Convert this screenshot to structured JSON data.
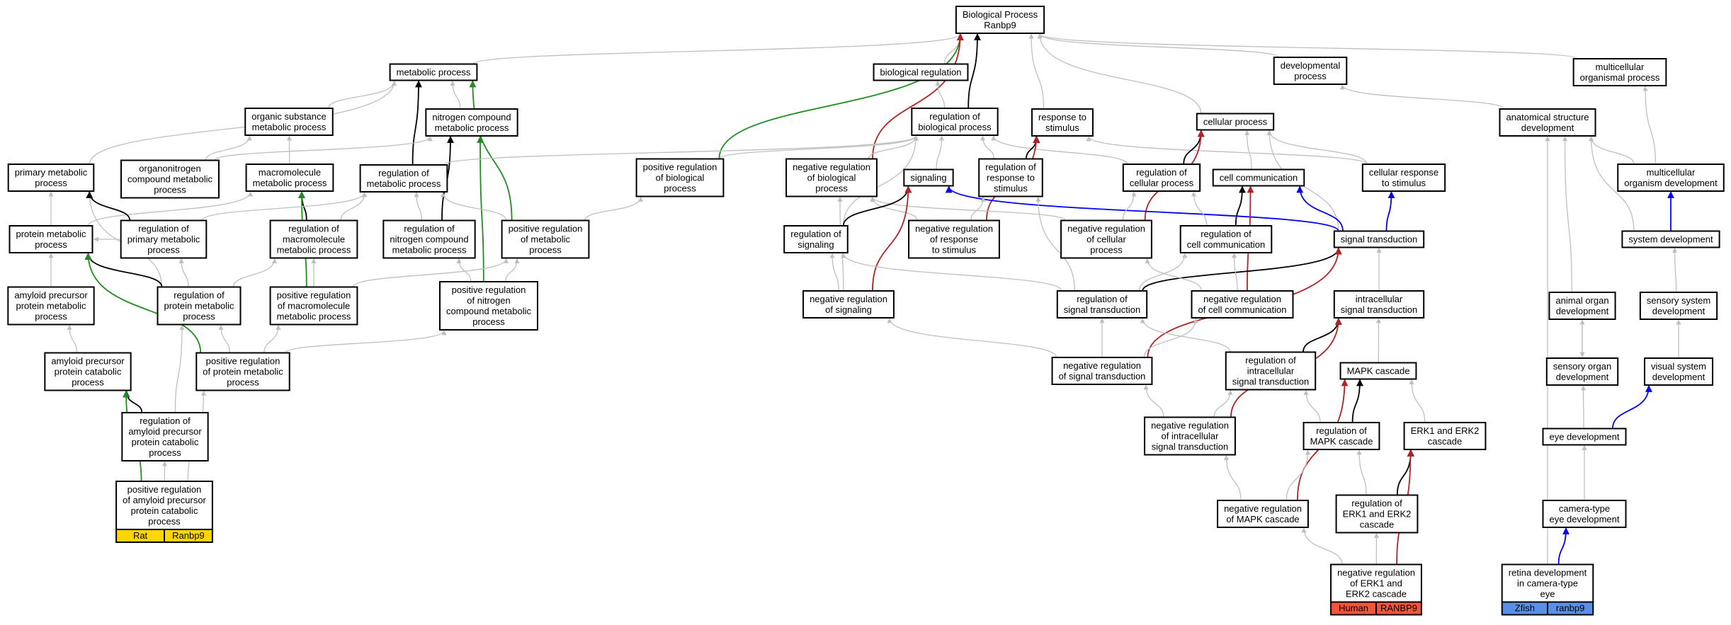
{
  "colors": {
    "is_a": "#bfbfbf",
    "regulates": "#000000",
    "positively_regulates": "#228b22",
    "negatively_regulates": "#b22222",
    "part_of": "#0000ff",
    "rat": "#ffd700",
    "human": "#f4543c",
    "zfish": "#5b8ee6"
  },
  "nodes": [
    {
      "id": "bp",
      "lines": [
        "Biological Process",
        "Ranbp9"
      ]
    },
    {
      "id": "biol_reg",
      "lines": [
        "biological regulation"
      ]
    },
    {
      "id": "dev",
      "lines": [
        "developmental",
        "process"
      ]
    },
    {
      "id": "multi_org",
      "lines": [
        "multicellular",
        "organismal process"
      ]
    },
    {
      "id": "metab",
      "lines": [
        "metabolic process"
      ]
    },
    {
      "id": "org_sub",
      "lines": [
        "organic substance",
        "metabolic process"
      ]
    },
    {
      "id": "nitro",
      "lines": [
        "nitrogen compound",
        "metabolic process"
      ]
    },
    {
      "id": "reg_bp",
      "lines": [
        "regulation of",
        "biological process"
      ]
    },
    {
      "id": "resp",
      "lines": [
        "response to",
        "stimulus"
      ]
    },
    {
      "id": "cell_proc",
      "lines": [
        "cellular process"
      ]
    },
    {
      "id": "anat",
      "lines": [
        "anatomical structure",
        "development"
      ]
    },
    {
      "id": "prim",
      "lines": [
        "primary metabolic",
        "process"
      ]
    },
    {
      "id": "orgN",
      "lines": [
        "organonitrogen",
        "compound metabolic",
        "process"
      ]
    },
    {
      "id": "macro",
      "lines": [
        "macromolecule",
        "metabolic process"
      ]
    },
    {
      "id": "reg_met",
      "lines": [
        "regulation of",
        "metabolic process"
      ]
    },
    {
      "id": "pos_reg_bp",
      "lines": [
        "positive regulation",
        "of biological",
        "process"
      ]
    },
    {
      "id": "neg_reg_bp",
      "lines": [
        "negative regulation",
        "of biological",
        "process"
      ]
    },
    {
      "id": "signaling",
      "lines": [
        "signaling"
      ]
    },
    {
      "id": "reg_resp",
      "lines": [
        "regulation of",
        "response to",
        "stimulus"
      ]
    },
    {
      "id": "reg_cell_proc",
      "lines": [
        "regulation of",
        "cellular process"
      ]
    },
    {
      "id": "cell_comm",
      "lines": [
        "cell communication"
      ]
    },
    {
      "id": "cell_resp",
      "lines": [
        "cellular response",
        "to stimulus"
      ]
    },
    {
      "id": "multi_dev",
      "lines": [
        "multicellular",
        "organism development"
      ]
    },
    {
      "id": "prot_met",
      "lines": [
        "protein metabolic",
        "process"
      ]
    },
    {
      "id": "reg_prim",
      "lines": [
        "regulation of",
        "primary metabolic",
        "process"
      ]
    },
    {
      "id": "reg_macro",
      "lines": [
        "regulation of",
        "macromolecule",
        "metabolic process"
      ]
    },
    {
      "id": "reg_nitro",
      "lines": [
        "regulation of",
        "nitrogen compound",
        "metabolic process"
      ]
    },
    {
      "id": "pos_reg_met",
      "lines": [
        "positive regulation",
        "of metabolic",
        "process"
      ]
    },
    {
      "id": "reg_sig",
      "lines": [
        "regulation of",
        "signaling"
      ]
    },
    {
      "id": "neg_reg_resp",
      "lines": [
        "negative regulation",
        "of response",
        "to stimulus"
      ]
    },
    {
      "id": "neg_reg_cell",
      "lines": [
        "negative regulation",
        "of cellular",
        "process"
      ]
    },
    {
      "id": "reg_cell_comm",
      "lines": [
        "regulation of",
        "cell communication"
      ]
    },
    {
      "id": "sig_trans",
      "lines": [
        "signal transduction"
      ]
    },
    {
      "id": "sys_dev",
      "lines": [
        "system development"
      ]
    },
    {
      "id": "amyloid",
      "lines": [
        "amyloid precursor",
        "protein metabolic",
        "process"
      ]
    },
    {
      "id": "reg_prot",
      "lines": [
        "regulation of",
        "protein metabolic",
        "process"
      ]
    },
    {
      "id": "pos_reg_macro",
      "lines": [
        "positive regulation",
        "of macromolecule",
        "metabolic process"
      ]
    },
    {
      "id": "pos_reg_nitro",
      "lines": [
        "positive regulation",
        "of nitrogen",
        "compound metabolic",
        "process"
      ]
    },
    {
      "id": "neg_reg_sig",
      "lines": [
        "negative regulation",
        "of signaling"
      ]
    },
    {
      "id": "reg_sig_trans",
      "lines": [
        "regulation of",
        "signal transduction"
      ]
    },
    {
      "id": "neg_reg_cell_comm",
      "lines": [
        "negative regulation",
        "of cell communication"
      ]
    },
    {
      "id": "intra",
      "lines": [
        "intracellular",
        "signal transduction"
      ]
    },
    {
      "id": "animal",
      "lines": [
        "animal organ",
        "development"
      ]
    },
    {
      "id": "sens_sys",
      "lines": [
        "sensory system",
        "development"
      ]
    },
    {
      "id": "amy_cat",
      "lines": [
        "amyloid precursor",
        "protein catabolic",
        "process"
      ]
    },
    {
      "id": "pos_reg_prot",
      "lines": [
        "positive regulation",
        "of protein metabolic",
        "process"
      ]
    },
    {
      "id": "neg_reg_sig_trans",
      "lines": [
        "negative regulation",
        "of signal transduction"
      ]
    },
    {
      "id": "reg_intra",
      "lines": [
        "regulation of",
        "intracellular",
        "signal transduction"
      ]
    },
    {
      "id": "mapk",
      "lines": [
        "MAPK cascade"
      ]
    },
    {
      "id": "sens_org",
      "lines": [
        "sensory organ",
        "development"
      ]
    },
    {
      "id": "vis_sys",
      "lines": [
        "visual system",
        "development"
      ]
    },
    {
      "id": "reg_amy_cat",
      "lines": [
        "regulation of",
        "amyloid precursor",
        "protein catabolic",
        "process"
      ]
    },
    {
      "id": "neg_reg_intra",
      "lines": [
        "negative regulation",
        "of intracellular",
        "signal transduction"
      ]
    },
    {
      "id": "reg_mapk",
      "lines": [
        "regulation of",
        "MAPK cascade"
      ]
    },
    {
      "id": "erk",
      "lines": [
        "ERK1 and ERK2",
        "cascade"
      ]
    },
    {
      "id": "eye",
      "lines": [
        "eye development"
      ]
    },
    {
      "id": "pos_reg_amy",
      "lines": [
        "positive regulation",
        "of amyloid precursor",
        "protein catabolic",
        "process"
      ],
      "species": "Rat",
      "gene": "Ranbp9",
      "color_key": "rat"
    },
    {
      "id": "neg_reg_mapk",
      "lines": [
        "negative regulation",
        "of MAPK cascade"
      ]
    },
    {
      "id": "reg_erk",
      "lines": [
        "regulation of",
        "ERK1 and ERK2",
        "cascade"
      ]
    },
    {
      "id": "cam_eye",
      "lines": [
        "camera-type",
        "eye development"
      ]
    },
    {
      "id": "neg_reg_erk",
      "lines": [
        "negative regulation",
        "of ERK1 and",
        "ERK2 cascade"
      ],
      "species": "Human",
      "gene": "RANBP9",
      "color_key": "human"
    },
    {
      "id": "retina",
      "lines": [
        "retina development",
        "in camera-type",
        "eye"
      ],
      "species": "Zfish",
      "gene": "ranbp9",
      "color_key": "zfish"
    }
  ],
  "edges": [
    [
      "biol_reg",
      "bp",
      "is_a"
    ],
    [
      "dev",
      "bp",
      "is_a"
    ],
    [
      "multi_org",
      "bp",
      "is_a"
    ],
    [
      "metab",
      "bp",
      "is_a"
    ],
    [
      "reg_bp",
      "bp",
      "regulates"
    ],
    [
      "resp",
      "bp",
      "is_a"
    ],
    [
      "cell_proc",
      "bp",
      "is_a"
    ],
    [
      "pos_reg_bp",
      "bp",
      "positively_regulates"
    ],
    [
      "neg_reg_bp",
      "bp",
      "negatively_regulates"
    ],
    [
      "org_sub",
      "metab",
      "is_a"
    ],
    [
      "nitro",
      "metab",
      "is_a"
    ],
    [
      "prim",
      "metab",
      "is_a"
    ],
    [
      "reg_met",
      "metab",
      "regulates"
    ],
    [
      "pos_reg_met",
      "metab",
      "positively_regulates"
    ],
    [
      "orgN",
      "org_sub",
      "is_a"
    ],
    [
      "macro",
      "org_sub",
      "is_a"
    ],
    [
      "orgN",
      "nitro",
      "is_a"
    ],
    [
      "reg_nitro",
      "nitro",
      "regulates"
    ],
    [
      "pos_reg_nitro",
      "nitro",
      "positively_regulates"
    ],
    [
      "reg_bp",
      "biol_reg",
      "is_a"
    ],
    [
      "reg_met",
      "reg_bp",
      "is_a"
    ],
    [
      "pos_reg_bp",
      "reg_bp",
      "is_a"
    ],
    [
      "neg_reg_bp",
      "reg_bp",
      "is_a"
    ],
    [
      "reg_resp",
      "reg_bp",
      "is_a"
    ],
    [
      "reg_cell_proc",
      "reg_bp",
      "is_a"
    ],
    [
      "reg_sig",
      "reg_bp",
      "is_a"
    ],
    [
      "signaling",
      "reg_bp",
      "is_a"
    ],
    [
      "reg_resp",
      "resp",
      "regulates"
    ],
    [
      "neg_reg_resp",
      "resp",
      "negatively_regulates"
    ],
    [
      "cell_resp",
      "resp",
      "is_a"
    ],
    [
      "reg_cell_proc",
      "cell_proc",
      "regulates"
    ],
    [
      "neg_reg_cell",
      "cell_proc",
      "negatively_regulates"
    ],
    [
      "cell_comm",
      "cell_proc",
      "is_a"
    ],
    [
      "cell_resp",
      "cell_proc",
      "is_a"
    ],
    [
      "sig_trans",
      "cell_proc",
      "is_a"
    ],
    [
      "anat",
      "dev",
      "is_a"
    ],
    [
      "multi_dev",
      "multi_org",
      "is_a"
    ],
    [
      "multi_dev",
      "anat",
      "is_a"
    ],
    [
      "sys_dev",
      "anat",
      "is_a"
    ],
    [
      "animal",
      "anat",
      "is_a"
    ],
    [
      "retina",
      "anat",
      "is_a"
    ],
    [
      "prot_met",
      "prim",
      "is_a"
    ],
    [
      "prot_met",
      "macro",
      "is_a"
    ],
    [
      "reg_macro",
      "macro",
      "regulates"
    ],
    [
      "pos_reg_macro",
      "macro",
      "positively_regulates"
    ],
    [
      "reg_prim",
      "reg_met",
      "is_a"
    ],
    [
      "reg_macro",
      "reg_met",
      "is_a"
    ],
    [
      "reg_nitro",
      "reg_met",
      "is_a"
    ],
    [
      "pos_reg_met",
      "reg_met",
      "is_a"
    ],
    [
      "pos_reg_met",
      "pos_reg_bp",
      "is_a"
    ],
    [
      "neg_reg_sig",
      "neg_reg_bp",
      "is_a"
    ],
    [
      "neg_reg_resp",
      "neg_reg_bp",
      "is_a"
    ],
    [
      "neg_reg_cell",
      "neg_reg_bp",
      "is_a"
    ],
    [
      "reg_sig",
      "signaling",
      "regulates"
    ],
    [
      "neg_reg_sig",
      "signaling",
      "negatively_regulates"
    ],
    [
      "sig_trans",
      "signaling",
      "part_of"
    ],
    [
      "neg_reg_resp",
      "reg_resp",
      "is_a"
    ],
    [
      "reg_sig_trans",
      "reg_resp",
      "is_a"
    ],
    [
      "neg_reg_cell",
      "reg_cell_proc",
      "is_a"
    ],
    [
      "reg_cell_comm",
      "reg_cell_proc",
      "is_a"
    ],
    [
      "reg_cell_comm",
      "cell_comm",
      "regulates"
    ],
    [
      "neg_reg_cell_comm",
      "cell_comm",
      "negatively_regulates"
    ],
    [
      "sig_trans",
      "cell_comm",
      "part_of"
    ],
    [
      "sig_trans",
      "cell_resp",
      "part_of"
    ],
    [
      "sys_dev",
      "multi_dev",
      "part_of"
    ],
    [
      "amyloid",
      "prot_met",
      "is_a"
    ],
    [
      "reg_prot",
      "prim",
      "is_a"
    ],
    [
      "reg_prim",
      "prim",
      "regulates"
    ],
    [
      "reg_prim",
      "prot_met",
      "is_a"
    ],
    [
      "reg_prot",
      "prot_met",
      "regulates"
    ],
    [
      "pos_reg_prot",
      "prot_met",
      "positively_regulates"
    ],
    [
      "reg_prot",
      "reg_prim",
      "is_a"
    ],
    [
      "reg_prot",
      "reg_macro",
      "is_a"
    ],
    [
      "pos_reg_macro",
      "reg_macro",
      "is_a"
    ],
    [
      "pos_reg_macro",
      "pos_reg_met",
      "is_a"
    ],
    [
      "pos_reg_nitro",
      "reg_nitro",
      "is_a"
    ],
    [
      "pos_reg_nitro",
      "pos_reg_met",
      "is_a"
    ],
    [
      "neg_reg_sig",
      "reg_sig",
      "is_a"
    ],
    [
      "reg_sig_trans",
      "reg_sig",
      "is_a"
    ],
    [
      "reg_sig_trans",
      "sig_trans",
      "regulates"
    ],
    [
      "neg_reg_sig_trans",
      "sig_trans",
      "negatively_regulates"
    ],
    [
      "intra",
      "sig_trans",
      "is_a"
    ],
    [
      "reg_sig_trans",
      "reg_cell_comm",
      "is_a"
    ],
    [
      "neg_reg_cell_comm",
      "reg_cell_comm",
      "is_a"
    ],
    [
      "neg_reg_cell_comm",
      "neg_reg_cell",
      "is_a"
    ],
    [
      "sens_sys",
      "sys_dev",
      "is_a"
    ],
    [
      "amy_cat",
      "amyloid",
      "is_a"
    ],
    [
      "reg_amy_cat",
      "amy_cat",
      "regulates"
    ],
    [
      "pos_reg_amy",
      "amy_cat",
      "positively_regulates"
    ],
    [
      "pos_reg_prot",
      "reg_prot",
      "is_a"
    ],
    [
      "pos_reg_prot",
      "pos_reg_macro",
      "is_a"
    ],
    [
      "pos_reg_prot",
      "pos_reg_nitro",
      "is_a"
    ],
    [
      "neg_reg_sig_trans",
      "reg_sig_trans",
      "is_a"
    ],
    [
      "neg_reg_sig_trans",
      "neg_reg_sig",
      "is_a"
    ],
    [
      "neg_reg_sig_trans",
      "neg_reg_cell_comm",
      "is_a"
    ],
    [
      "reg_intra",
      "reg_sig_trans",
      "is_a"
    ],
    [
      "reg_intra",
      "intra",
      "regulates"
    ],
    [
      "neg_reg_intra",
      "intra",
      "negatively_regulates"
    ],
    [
      "mapk",
      "intra",
      "is_a"
    ],
    [
      "animal",
      "sens_org",
      "is_a"
    ],
    [
      "vis_sys",
      "sens_sys",
      "is_a"
    ],
    [
      "reg_amy_cat",
      "reg_prot",
      "is_a"
    ],
    [
      "pos_reg_amy",
      "reg_amy_cat",
      "is_a"
    ],
    [
      "pos_reg_amy",
      "pos_reg_prot",
      "is_a"
    ],
    [
      "neg_reg_intra",
      "neg_reg_sig_trans",
      "is_a"
    ],
    [
      "neg_reg_intra",
      "reg_intra",
      "is_a"
    ],
    [
      "reg_mapk",
      "reg_intra",
      "is_a"
    ],
    [
      "reg_mapk",
      "mapk",
      "regulates"
    ],
    [
      "neg_reg_mapk",
      "mapk",
      "negatively_regulates"
    ],
    [
      "erk",
      "mapk",
      "is_a"
    ],
    [
      "sens_org",
      "animal",
      "is_a"
    ],
    [
      "eye",
      "sens_org",
      "is_a"
    ],
    [
      "eye",
      "vis_sys",
      "part_of"
    ],
    [
      "neg_reg_mapk",
      "neg_reg_intra",
      "is_a"
    ],
    [
      "neg_reg_mapk",
      "reg_mapk",
      "is_a"
    ],
    [
      "reg_erk",
      "reg_mapk",
      "is_a"
    ],
    [
      "reg_erk",
      "erk",
      "regulates"
    ],
    [
      "neg_reg_erk",
      "erk",
      "negatively_regulates"
    ],
    [
      "neg_reg_erk",
      "neg_reg_mapk",
      "is_a"
    ],
    [
      "neg_reg_erk",
      "reg_erk",
      "is_a"
    ],
    [
      "cam_eye",
      "eye",
      "is_a"
    ],
    [
      "retina",
      "cam_eye",
      "part_of"
    ]
  ]
}
